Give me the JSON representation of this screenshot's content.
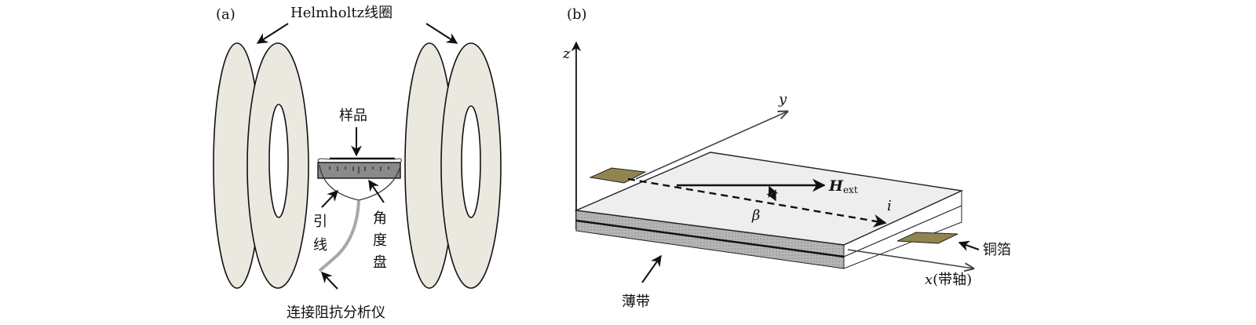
{
  "panel_a": {
    "label": "(a)",
    "coil_label": "Helmholtz线圈",
    "sample_label": "样品",
    "lead_label_1": "引",
    "lead_label_2": "线",
    "dial_label_1": "角",
    "dial_label_2": "度",
    "dial_label_3": "盘",
    "analyzer_label": "连接阻抗分析仪",
    "colors": {
      "coil": "#ebe8e0",
      "dial": "#8a8a8a",
      "wire": "#a8a8a8"
    }
  },
  "panel_b": {
    "label": "(b)",
    "z_axis": "z",
    "y_axis": "y",
    "x_axis_var": "x",
    "x_axis_note": "(带轴)",
    "field_H": "H",
    "field_sub": "ext",
    "angle": "β",
    "current": "i",
    "copper_label": "铜箔",
    "ribbon_label": "薄带",
    "colors": {
      "copper": "#8f8550",
      "layer": "#a9a9a9",
      "surface": "#eeeeee"
    }
  }
}
